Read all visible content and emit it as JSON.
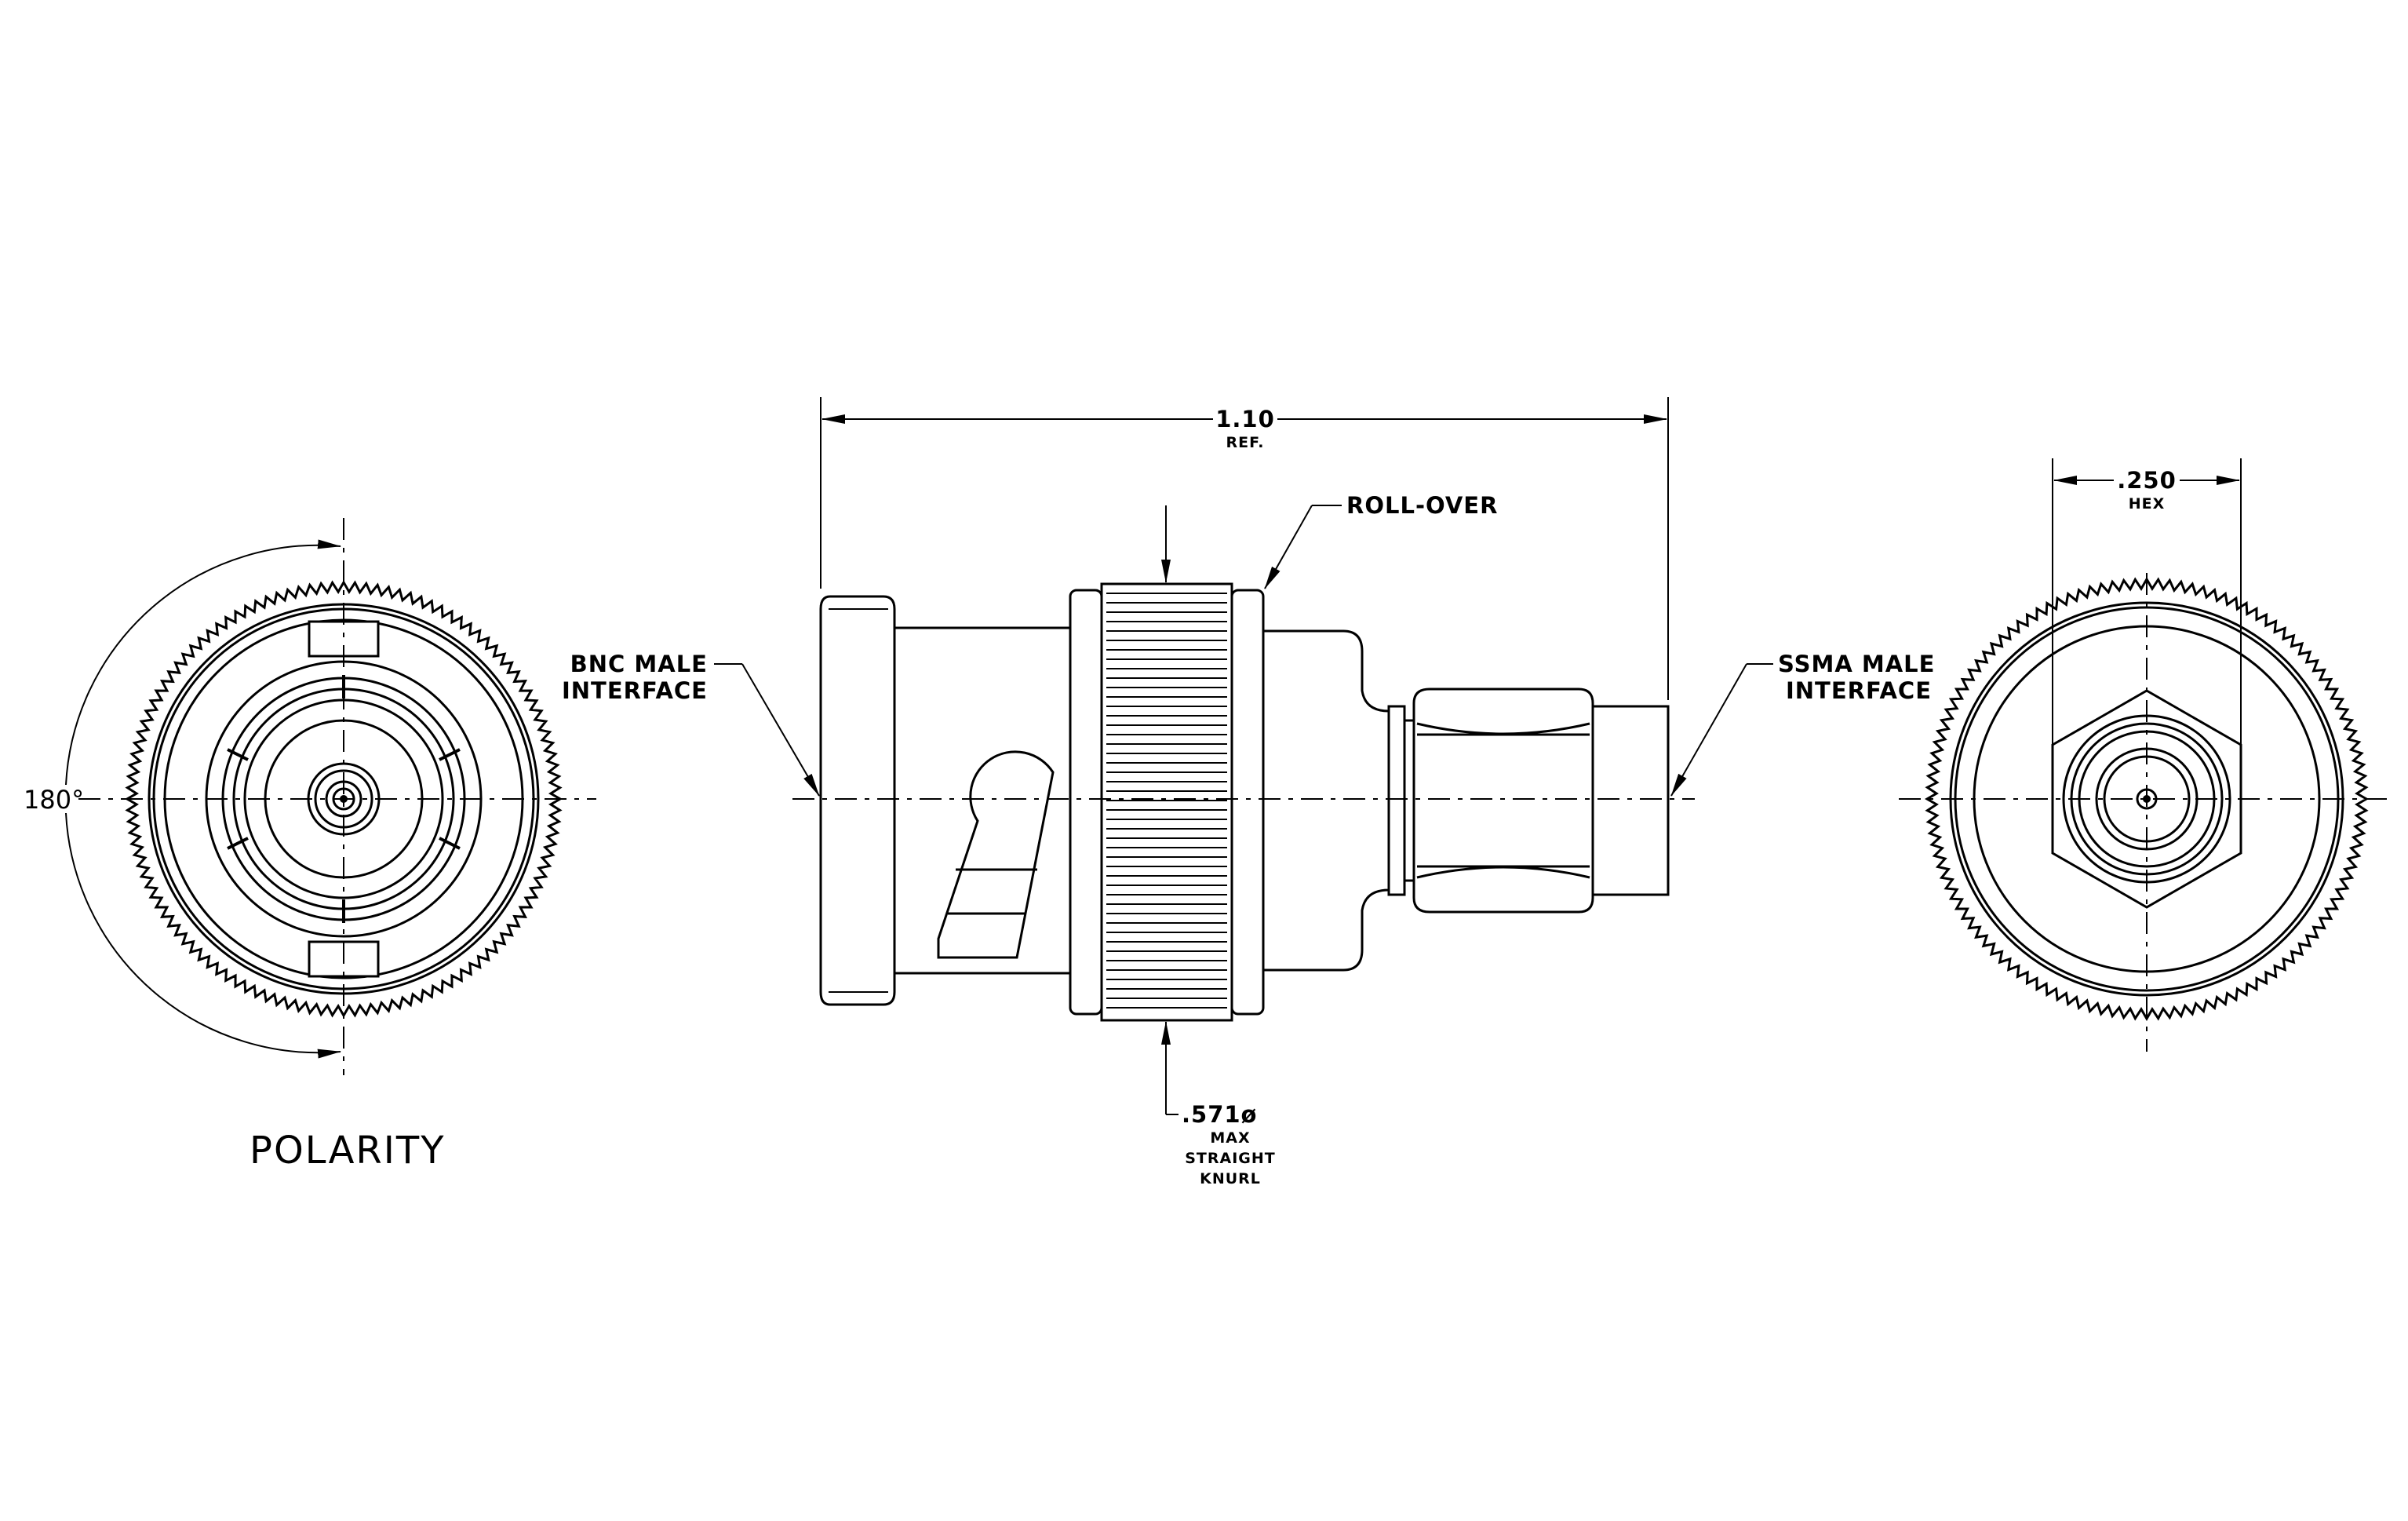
{
  "labels": {
    "overall_length": "1.10",
    "overall_length_note": "REF.",
    "roll_over": "ROLL-OVER",
    "bnc_line1": "BNC MALE",
    "bnc_line2": "INTERFACE",
    "ssma_line1": "SSMA MALE",
    "ssma_line2": "INTERFACE",
    "hex_size": ".250",
    "hex_note": "HEX",
    "knurl_dia": ".571ø",
    "knurl_line1": "MAX",
    "knurl_line2": "STRAIGHT",
    "knurl_line3": "KNURL",
    "polarity": "POLARITY",
    "angle": "180°"
  }
}
